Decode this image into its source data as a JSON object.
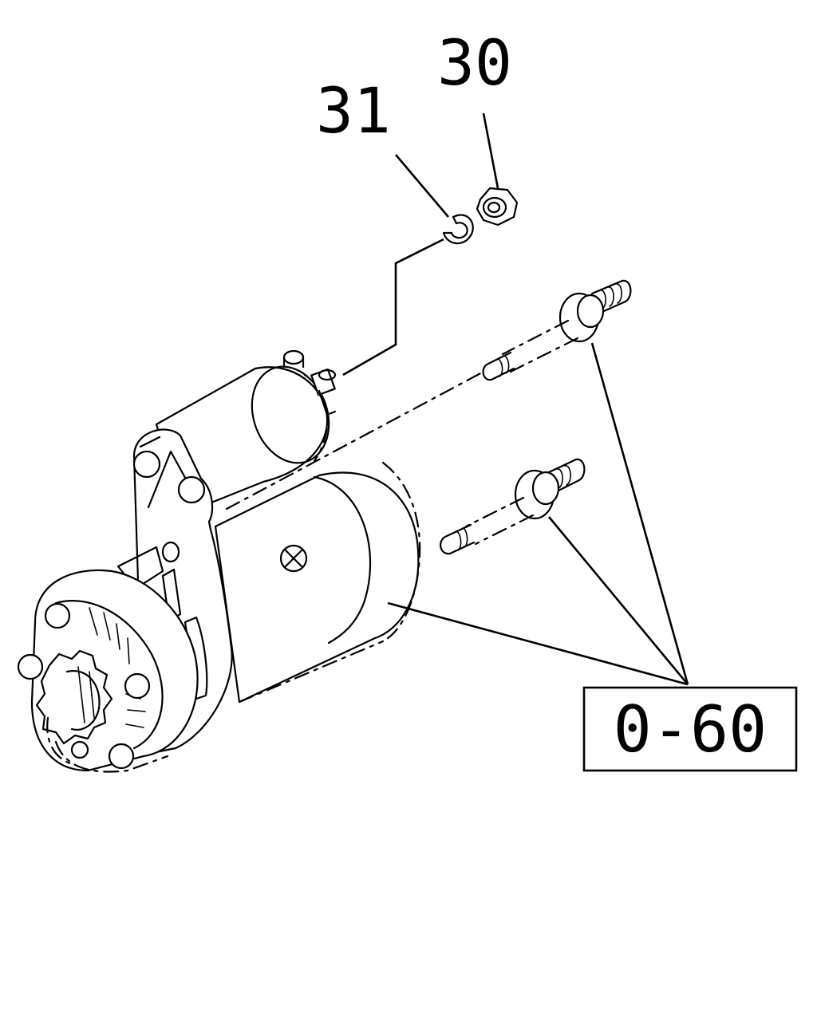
{
  "callouts": {
    "part_31": "31",
    "part_30": "30",
    "reference_box": "0-60"
  },
  "colors": {
    "line": "#000000",
    "background": "#ffffff"
  }
}
